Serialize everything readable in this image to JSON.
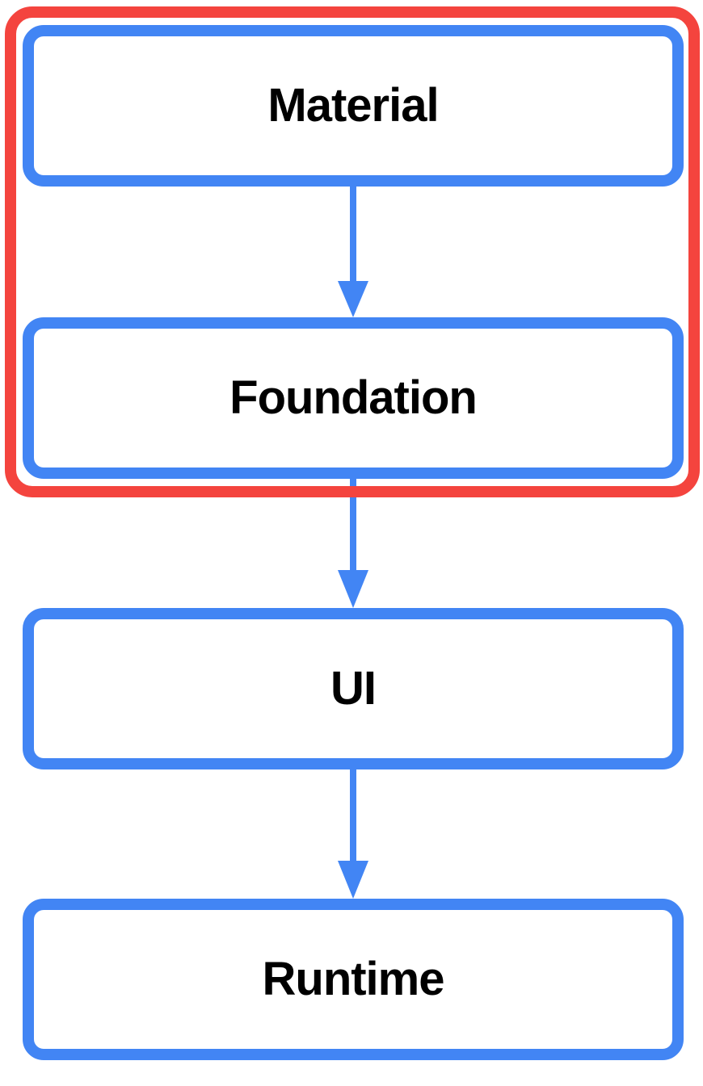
{
  "diagram": {
    "type": "flowchart",
    "direction": "top-down",
    "nodes": [
      {
        "id": "material",
        "label": "Material",
        "in_red_group": true
      },
      {
        "id": "foundation",
        "label": "Foundation",
        "in_red_group": true
      },
      {
        "id": "ui",
        "label": "UI",
        "in_red_group": false
      },
      {
        "id": "runtime",
        "label": "Runtime",
        "in_red_group": false
      }
    ],
    "edges": [
      {
        "from": "material",
        "to": "foundation"
      },
      {
        "from": "foundation",
        "to": "ui"
      },
      {
        "from": "ui",
        "to": "runtime"
      }
    ],
    "group": {
      "shape": "rounded-rectangle-outline",
      "members": [
        "material",
        "foundation"
      ]
    }
  },
  "colors": {
    "node_border": "#4285F4",
    "arrow": "#4285F4",
    "group_border": "#F4443E",
    "label_text": "#000000",
    "background": "#FFFFFF"
  }
}
